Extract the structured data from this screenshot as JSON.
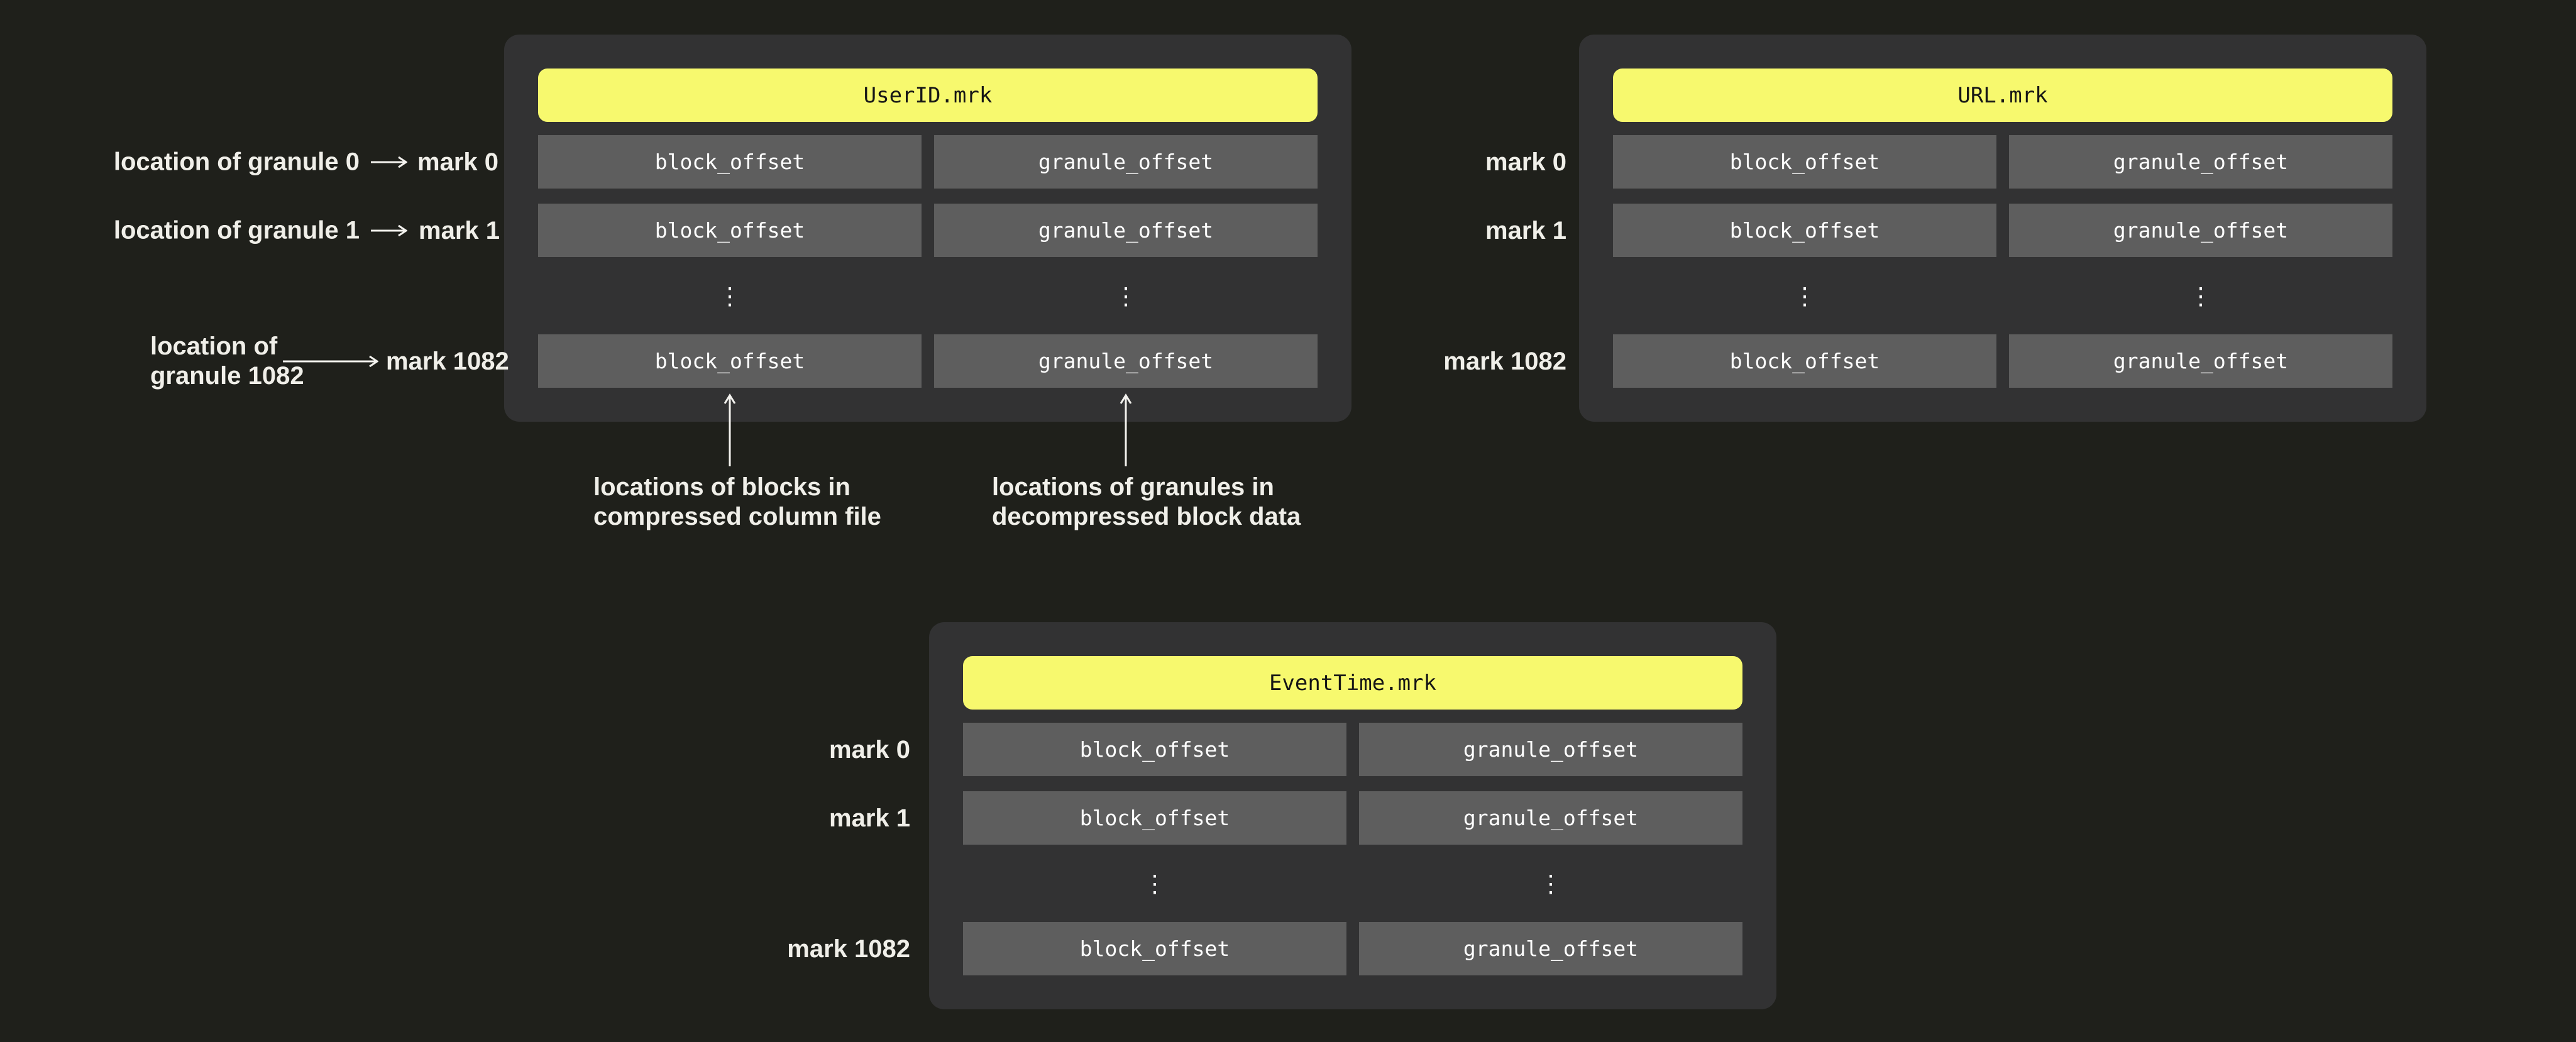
{
  "colors": {
    "page_bg": "#1f201b",
    "panel_bg": "#323233",
    "cell_bg": "#5e5e5e",
    "header_bg": "#f7f96e",
    "header_text": "#161616",
    "cell_text": "#ffffff",
    "label_text": "#f0efe9",
    "arrow": "#f4f3ef"
  },
  "panels": [
    {
      "title": "UserID.mrk",
      "cell_left": "block_offset",
      "cell_right": "granule_offset",
      "ellipsis": "⋮",
      "marks": [
        "mark 0",
        "mark 1",
        "mark 1082"
      ]
    },
    {
      "title": "URL.mrk",
      "cell_left": "block_offset",
      "cell_right": "granule_offset",
      "ellipsis": "⋮",
      "marks": [
        "mark 0",
        "mark 1",
        "mark 1082"
      ]
    },
    {
      "title": "EventTime.mrk",
      "cell_left": "block_offset",
      "cell_right": "granule_offset",
      "ellipsis": "⋮",
      "marks": [
        "mark 0",
        "mark 1",
        "mark 1082"
      ]
    }
  ],
  "annotations": {
    "granule0_label": "location of granule 0",
    "granule1_label": "location of granule 1",
    "granule1082_line1": "location of",
    "granule1082_line2": "granule 1082",
    "blocks_note_line1": "locations of blocks in",
    "blocks_note_line2": "compressed column file",
    "granules_note_line1": "locations of granules in",
    "granules_note_line2": "decompressed block data"
  }
}
